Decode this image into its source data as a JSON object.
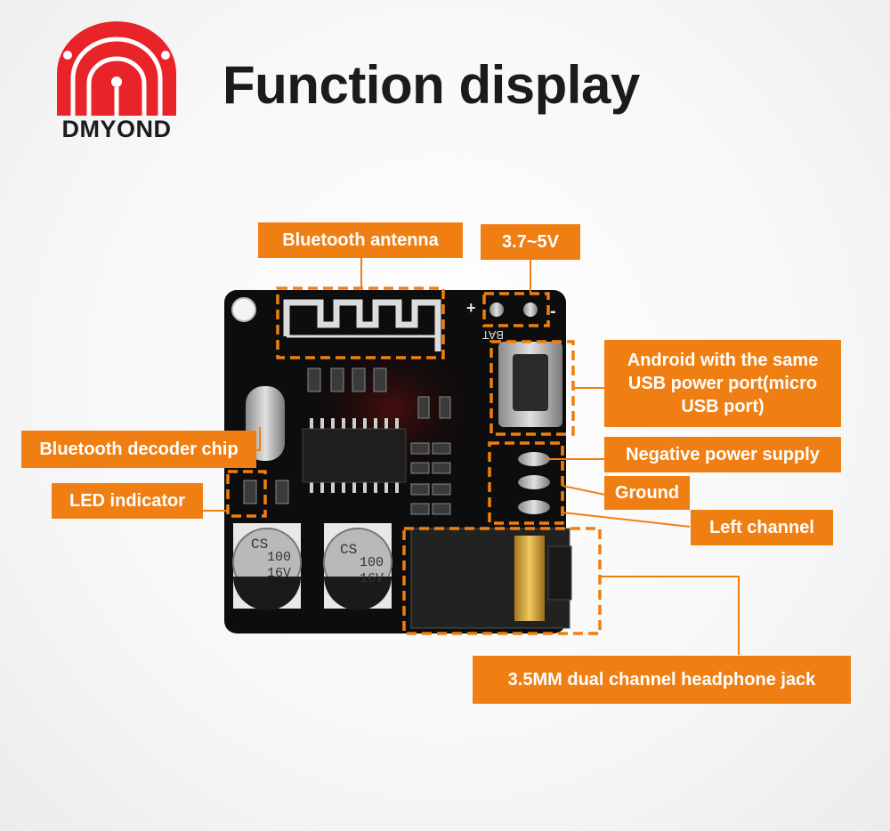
{
  "brand": {
    "name": "DMYOND",
    "accent": "#f07f13",
    "logo_red": "#e8232a"
  },
  "title": "Function display",
  "board": {
    "cap_text": [
      "CS",
      "100",
      "16V"
    ],
    "bat_label": "BAT",
    "plus": "+",
    "minus": "-"
  },
  "labels": {
    "antenna": "Bluetooth antenna",
    "voltage": "3.7~5V",
    "usb": "Android with the same USB power port(micro USB port)",
    "decoder": "Bluetooth decoder chip",
    "led": "LED indicator",
    "negative": "Negative power supply",
    "ground": "Ground",
    "left": "Left channel",
    "jack": "3.5MM dual channel headphone jack"
  }
}
